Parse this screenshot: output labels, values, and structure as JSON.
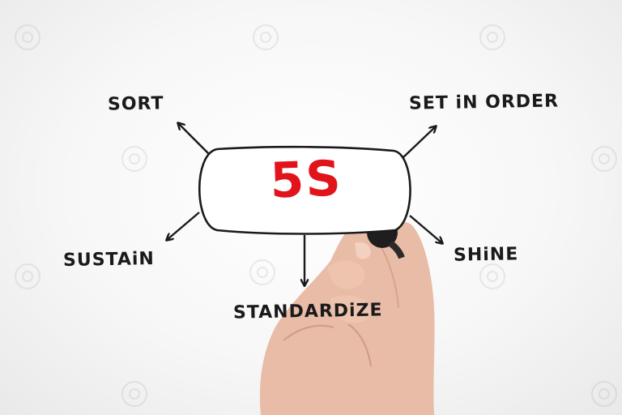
{
  "diagram": {
    "center": "5S",
    "branches": {
      "sort": "SORT",
      "set_in_order": "SET iN ORDER",
      "sustain": "SUSTAiN",
      "shine": "SHiNE",
      "standardize": "STANDARDiZE"
    }
  },
  "colors": {
    "center_text": "#e2141b",
    "ink": "#1a1a1a",
    "skin": "#e6b8a2",
    "marker": "#1e1e1e"
  }
}
